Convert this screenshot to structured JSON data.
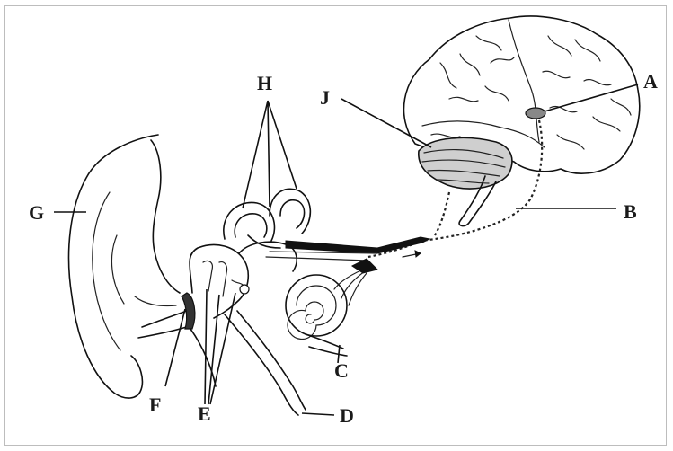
{
  "labels": {
    "A": "A",
    "B": "B",
    "C": "C",
    "D": "D",
    "E": "E",
    "F": "F",
    "G": "G",
    "H": "H",
    "J": "J"
  }
}
